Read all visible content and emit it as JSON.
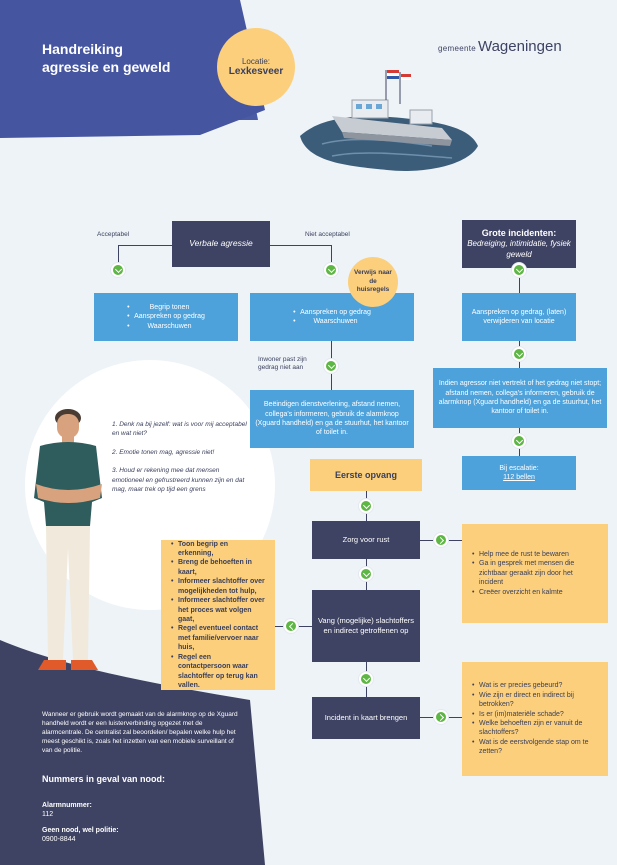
{
  "header": {
    "title_line1": "Handreiking",
    "title_line2": "agressie en geweld",
    "location_label": "Locatie:",
    "location_name": "Lexkesveer",
    "logo_gemeente": "gemeente",
    "logo_name": "Wageningen"
  },
  "verbal": {
    "title": "Verbale agressie",
    "acceptable": "Acceptabel",
    "not_acceptable": "Niet acceptabel",
    "accept_items": [
      "Begrip tonen",
      "Aanspreken op gedrag",
      "Waarschuwen"
    ],
    "notaccept_items": [
      "Aanspreken op gedrag",
      "Waarschuwen"
    ],
    "badge": "Verwijs naar de huisregels",
    "resident_note": "Inwoner past zijn gedrag niet aan",
    "end_service": "Beëindigen dienstverlening, afstand nemen, collega's informeren, gebruik de alarmknop (Xguard handheld) en ga de stuurhut, het kantoor of toilet in."
  },
  "major": {
    "title": "Grote incidenten:",
    "subtitle": "Bedreiging, intimidatie, fysiek geweld",
    "step1": "Aanspreken op gedrag, (laten) verwijderen van locatie",
    "step2": "Indien agressor niet vertrekt of het gedrag niet stopt; afstand nemen, collega's informeren, gebruik de alarmknop (Xguard handheld) en ga de stuurhut, het kantoor of toilet in.",
    "escalation_label": "Bij escalatie:",
    "escalation_link": "112 bellen"
  },
  "tips": {
    "item1": "1. Denk na bij jezelf: wat is voor mij acceptabel en wat niet?",
    "item2": "2. Emotie tonen mag, agressie niet!",
    "item3": "3. Houd er rekening mee dat mensen emotioneel en gefrustreerd kunnen zijn en dat mag, maar trek op tijd een grens"
  },
  "first_aid": {
    "title": "Eerste opvang",
    "rest_title": "Zorg voor rust",
    "rest_items": [
      "Help mee de rust te bewaren",
      "Ga in gesprek met mensen die zichtbaar geraakt zijn door het incident",
      "Creëer overzicht en kalmte"
    ],
    "catch_title": "Vang (mogelijke) slachtoffers en indirect getroffenen op",
    "catch_items": [
      "Toon begrip en erkenning,",
      "Breng de behoeften in kaart,",
      "Informeer slachtoffer over mogelijkheden tot hulp,",
      "Informeer slachtoffer over het proces wat volgen gaat,",
      "Regel eventueel contact met familie/vervoer naar huis,",
      "Regel een contactpersoon waar slachtoffer op terug kan vallen."
    ],
    "map_title": "Incident in kaart brengen",
    "map_items": [
      "Wat is er precies gebeurd?",
      "Wie zijn er direct en indirect bij betrokken?",
      "Is er (im)materiële schade?",
      "Welke behoeften zijn er vanuit de slachtoffers?",
      "Wat is de eerstvolgende stap om te zetten?"
    ]
  },
  "footer": {
    "info": "Wanneer er gebruik wordt gemaakt van de alarmknop op de Xguard handheld wordt er een luisterverbinding opgezet met de alarmcentrale. De centralist zal beoordelen/ bepalen welke hulp het meest geschikt is, zoals het inzetten van een mobiele surveillant of van de politie.",
    "emergency_title": "Nummers in geval van nood:",
    "alarm_label": "Alarmnummer:",
    "alarm_number": "112",
    "police_label": "Geen nood, wel politie:",
    "police_number": "0900-8844"
  },
  "colors": {
    "navy": "#3f4363",
    "blue": "#4da2db",
    "yellow": "#fbcf7c",
    "green": "#5eb645",
    "background": "#eef3f8"
  }
}
